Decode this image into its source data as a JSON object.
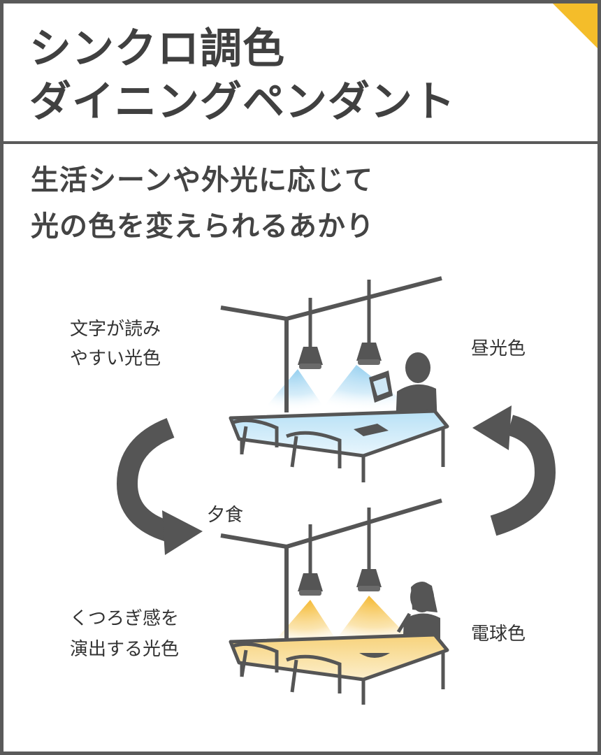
{
  "title": {
    "line1": "シンクロ調色",
    "line2": "ダイニングペンダント"
  },
  "subtitle": {
    "line1": "生活シーンや外光に応じて",
    "line2": "光の色を変えられるあかり"
  },
  "scene_daylight": {
    "caption_line1": "文字が読み",
    "caption_line2": "やすい光色",
    "color_name": "昼光色",
    "light_color": "#a9d8f2"
  },
  "transition": {
    "label": "夕食"
  },
  "scene_bulb": {
    "caption_line1": "くつろぎ感を",
    "caption_line2": "演出する光色",
    "color_name": "電球色",
    "light_color": "#f6c23a"
  },
  "colors": {
    "accent": "#f4bd2a",
    "frame": "#5a5a5a",
    "ink": "#555555"
  },
  "icons": [
    "cycle-arrow-down-icon",
    "cycle-arrow-up-icon",
    "pendant-lamp-icon"
  ]
}
